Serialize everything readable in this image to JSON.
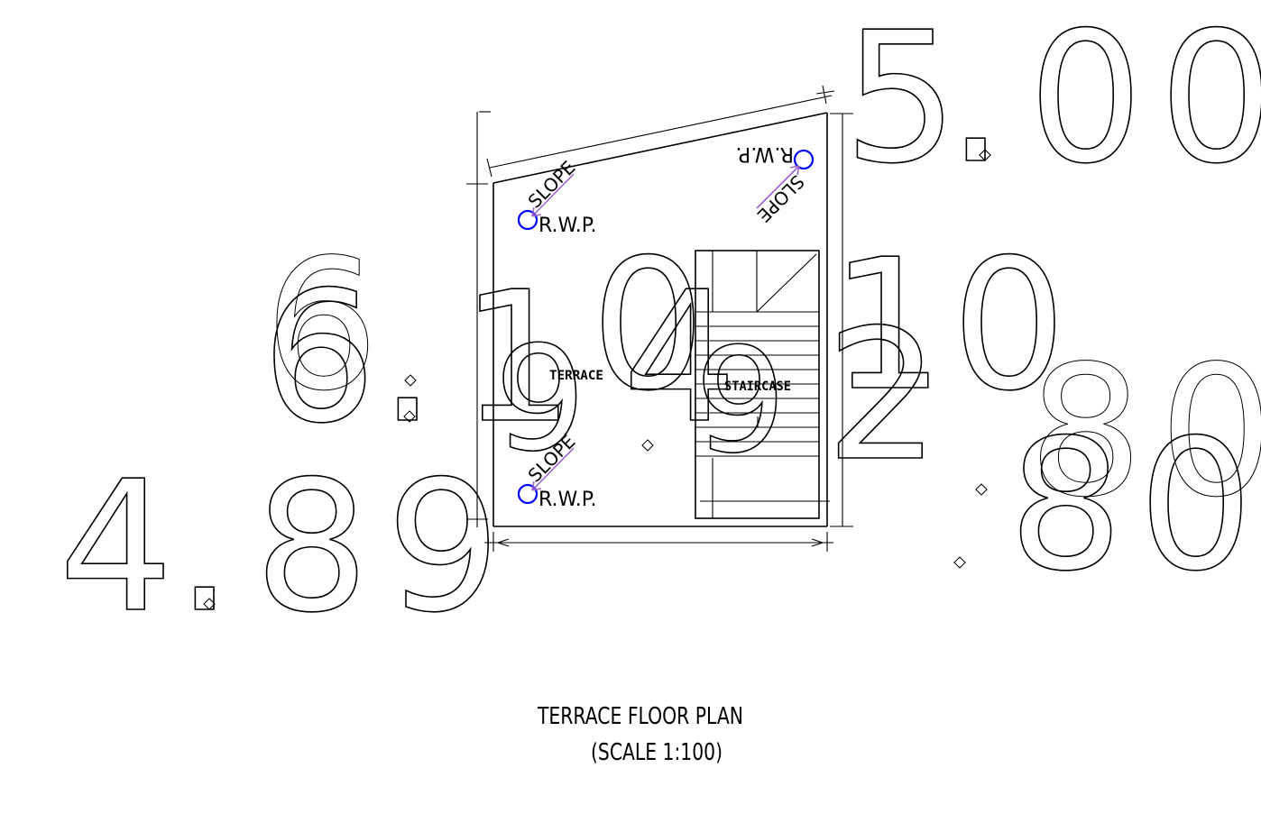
{
  "plan": {
    "title": "TERRACE FLOOR PLAN",
    "scale": "(SCALE 1:100)"
  },
  "rooms": {
    "terrace": "TERRACE",
    "staircase": "STAIRCASE"
  },
  "rainwater_pipe_label": "R.W.P.",
  "slope_label": "SLOPE",
  "dimensions": {
    "top": [
      "5",
      ".",
      "0",
      "0"
    ],
    "left": [
      "6",
      ".",
      "1",
      "0"
    ],
    "right": [
      "1",
      "0",
      "2"
    ],
    "bottom": [
      "4",
      ".",
      "8",
      "9"
    ],
    "right_small": [
      "8",
      "8",
      "0"
    ],
    "inner": [
      "4",
      "9"
    ]
  },
  "colors": {
    "line": "#000000",
    "rwp": "#0000ff",
    "slope": "#9966cc"
  }
}
